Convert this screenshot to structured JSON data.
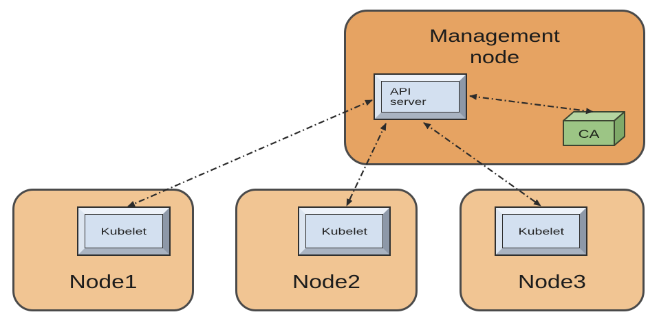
{
  "management_node": {
    "label": "Management node",
    "api_server_label": "API server",
    "ca_label": "CA"
  },
  "nodes": [
    {
      "label": "Node1",
      "component_label": "Kubelet"
    },
    {
      "label": "Node2",
      "component_label": "Kubelet"
    },
    {
      "label": "Node3",
      "component_label": "Kubelet"
    }
  ],
  "connections": [
    {
      "from": "API server",
      "to": "Kubelet (Node1)",
      "style": "dash-dot",
      "bidirectional": true
    },
    {
      "from": "API server",
      "to": "Kubelet (Node2)",
      "style": "dash-dot",
      "bidirectional": true
    },
    {
      "from": "API server",
      "to": "Kubelet (Node3)",
      "style": "dash-dot",
      "bidirectional": true
    },
    {
      "from": "API server",
      "to": "CA",
      "style": "dash-dot",
      "bidirectional": true
    }
  ],
  "colors": {
    "management_node_fill": "#e6a362",
    "worker_node_fill": "#f1c593",
    "device_panel_fill": "#d3e0f0",
    "ca_front_fill": "#9cc585",
    "ca_top_fill": "#b5d5a1",
    "ca_side_fill": "#7fa969",
    "outline": "#4a4a4a",
    "arrow": "#2b2b2b"
  }
}
